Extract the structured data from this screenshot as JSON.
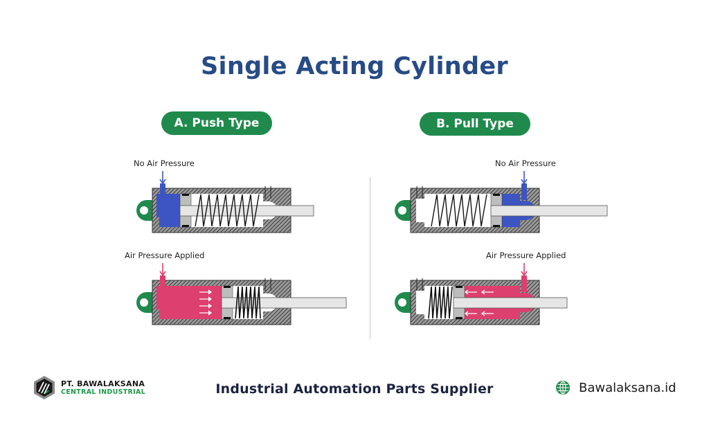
{
  "title": "Single Acting Cylinder",
  "sections": [
    {
      "badge": "A. Push Type",
      "states": [
        {
          "label": "No Air Pressure",
          "pressure": false,
          "fluid_color": "#3d55c2"
        },
        {
          "label": "Air Pressure Applied",
          "pressure": true,
          "fluid_color": "#dd3f6e"
        }
      ]
    },
    {
      "badge": "B. Pull Type",
      "states": [
        {
          "label": "No Air Pressure",
          "pressure": false,
          "fluid_color": "#3d55c2"
        },
        {
          "label": "Air Pressure Applied",
          "pressure": true,
          "fluid_color": "#dd3f6e"
        }
      ]
    }
  ],
  "colors": {
    "title": "#274b86",
    "badge": "#1f8a4c",
    "mount": "#1f8a4c",
    "no_pressure": "#3d55c2",
    "pressure": "#dd3f6e",
    "body_hatch": "#4a4a4a",
    "rod": "#e6e6e6"
  },
  "footer": {
    "company_line1": "PT. BAWALAKSANA",
    "company_line2": "CENTRAL INDUSTRIAL",
    "tagline": "Industrial Automation Parts Supplier",
    "website": "Bawalaksana.id",
    "website_icon": "globe-icon"
  }
}
